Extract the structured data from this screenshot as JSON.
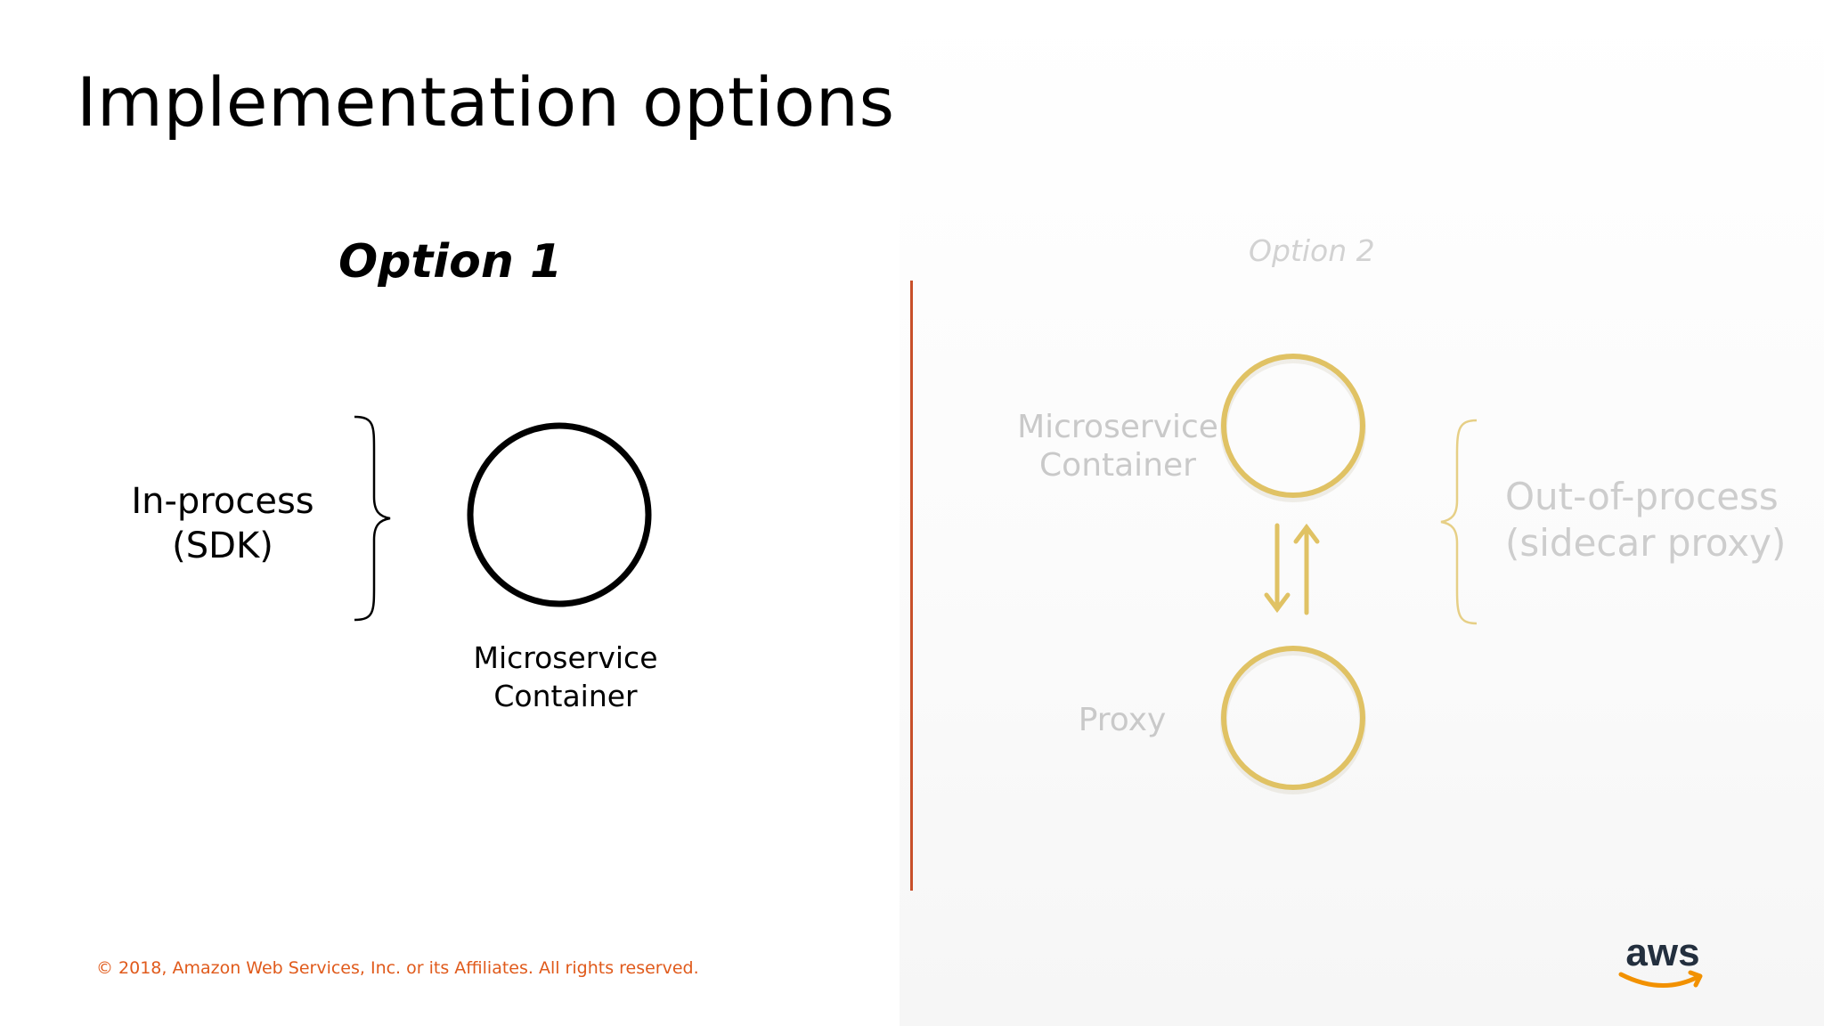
{
  "slide": {
    "title": "Implementation options",
    "option1": {
      "heading": "Option 1",
      "bracket_label_line1": "In-process",
      "bracket_label_line2": "(SDK)",
      "circle_label_line1": "Microservice",
      "circle_label_line2": "Container"
    },
    "option2": {
      "heading": "Option 2",
      "top_label_line1": "Microservice",
      "top_label_line2": "Container",
      "bottom_label": "Proxy",
      "bracket_label_line1": "Out-of-process",
      "bracket_label_line2": "(sidecar proxy)"
    },
    "footer": "© 2018, Amazon Web Services, Inc. or its Affiliates. All rights reserved.",
    "logo_text": "aws"
  },
  "colors": {
    "divider": "#c8502a",
    "footer_text": "#e05a1b",
    "option2_circle": "#e0c264",
    "option2_text": "#c9c9c9",
    "aws_smile": "#f29100"
  },
  "icons": [
    "curly-brace-icon",
    "circle-icon",
    "arrow-down-icon",
    "arrow-up-icon",
    "aws-logo"
  ]
}
